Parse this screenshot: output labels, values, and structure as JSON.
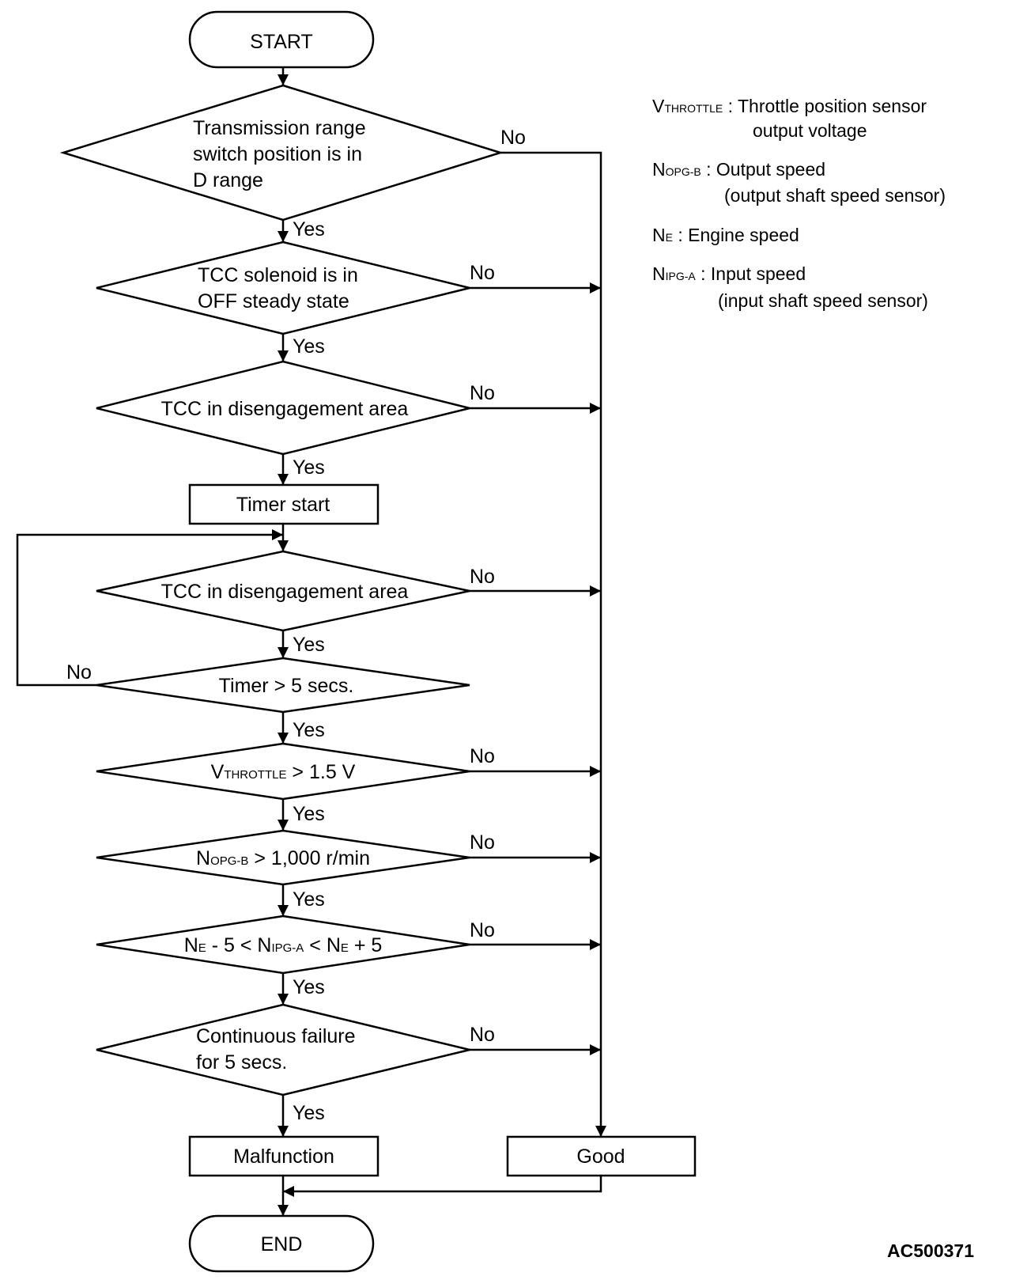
{
  "terminals": {
    "start": "START",
    "end": "END"
  },
  "decisions": {
    "d1": {
      "lines": [
        "Transmission range",
        "switch position is in",
        "D range"
      ]
    },
    "d2": {
      "lines": [
        "TCC solenoid is in",
        "OFF steady state"
      ]
    },
    "d3": {
      "text": "TCC in disengagement area"
    },
    "d4": {
      "text": "TCC in disengagement area"
    },
    "d5": {
      "text": "Timer > 5 secs."
    },
    "d6": {
      "main": "V",
      "sub": "THROTTLE",
      "rest": " > 1.5 V"
    },
    "d7": {
      "main": "N",
      "sub": "OPG-B",
      "rest": " > 1,000 r/min"
    },
    "d8": {
      "n1": "N",
      "s1": "E",
      "t1": " - 5 < ",
      "n2": "N",
      "s2": "IPG-A",
      "t2": " < ",
      "n3": "N",
      "s3": "E",
      "t3": " + 5"
    },
    "d9": {
      "lines": [
        "Continuous failure",
        "for 5 secs."
      ]
    }
  },
  "processes": {
    "timer": "Timer start",
    "malfunction": "Malfunction",
    "good": "Good"
  },
  "branch_labels": {
    "yes": "Yes",
    "no": "No"
  },
  "legend": [
    {
      "main": "V",
      "sub": "THROTTLE",
      "desc": " : Throttle position sensor",
      "desc2": "output voltage"
    },
    {
      "main": "N",
      "sub": "OPG-B",
      "desc": " : Output speed",
      "desc2": "(output shaft speed sensor)"
    },
    {
      "main": "N",
      "sub": "E",
      "desc": " : Engine speed",
      "desc2": ""
    },
    {
      "main": "N",
      "sub": "IPG-A",
      "desc": " : Input speed",
      "desc2": "(input shaft speed sensor)"
    }
  ],
  "figure_code": "AC500371"
}
